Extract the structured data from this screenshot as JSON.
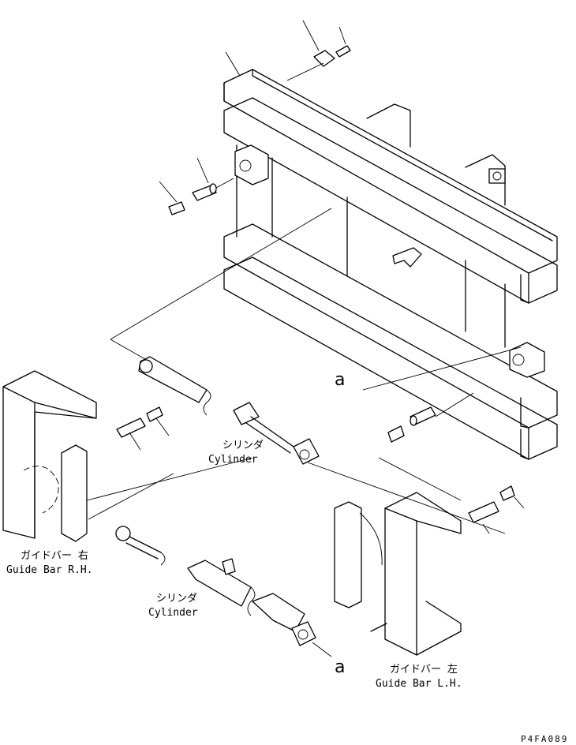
{
  "labels": {
    "guide_bar_rh_jp": "ガイドバー 右",
    "guide_bar_rh_en": "Guide Bar R.H.",
    "guide_bar_lh_jp": "ガイドバー 左",
    "guide_bar_lh_en": "Guide Bar L.H.",
    "cylinder_upper_jp": "シリンダ",
    "cylinder_upper_en": "Cylinder",
    "cylinder_lower_jp": "シリンダ",
    "cylinder_lower_en": "Cylinder",
    "ref_a_upper": "a",
    "ref_a_lower": "a",
    "drawing_code": "P4FA089"
  }
}
